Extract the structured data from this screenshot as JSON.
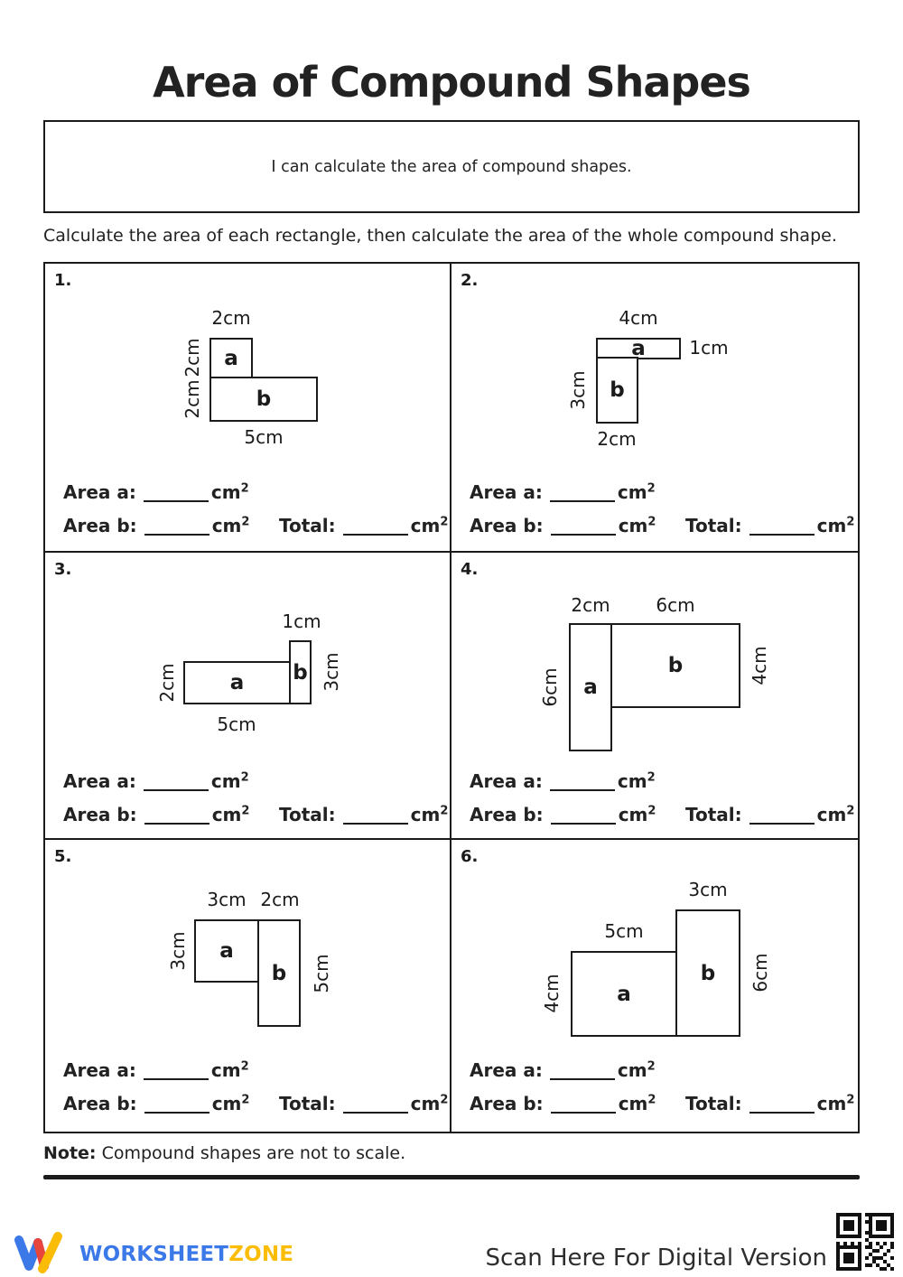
{
  "page": {
    "title": "Area of Compound Shapes",
    "objective": "I can calculate the area of compound shapes.",
    "instruction": "Calculate the area of each rectangle, then calculate the area of the whole compound shape.",
    "note_label": "Note:",
    "note_text": " Compound shapes are not to scale."
  },
  "answer_labels": {
    "area_a": "Area a:",
    "area_b": "Area b:",
    "total": "Total:",
    "unit": "cm",
    "sup": "2"
  },
  "problems": [
    {
      "number": "1.",
      "label_a": "a",
      "label_b": "b",
      "dims": {
        "top_a": "2cm",
        "left_a": "2cm",
        "left_b": "2cm",
        "bottom_b": "5cm"
      }
    },
    {
      "number": "2.",
      "label_a": "a",
      "label_b": "b",
      "dims": {
        "top_a": "4cm",
        "right_a": "1cm",
        "left_b": "3cm",
        "bottom_b": "2cm"
      }
    },
    {
      "number": "3.",
      "label_a": "a",
      "label_b": "b",
      "dims": {
        "top_b": "1cm",
        "left_a": "2cm",
        "bottom_a": "5cm",
        "right_b": "3cm"
      }
    },
    {
      "number": "4.",
      "label_a": "a",
      "label_b": "b",
      "dims": {
        "top_a": "2cm",
        "top_b": "6cm",
        "left_a": "6cm",
        "right_b": "4cm"
      }
    },
    {
      "number": "5.",
      "label_a": "a",
      "label_b": "b",
      "dims": {
        "top_a": "3cm",
        "top_b": "2cm",
        "left_a": "3cm",
        "right_b": "5cm"
      }
    },
    {
      "number": "6.",
      "label_a": "a",
      "label_b": "b",
      "dims": {
        "top_b": "3cm",
        "top_a": "5cm",
        "left_a": "4cm",
        "right_b": "6cm"
      }
    }
  ],
  "footer": {
    "brand_first": "WORKSHEET",
    "brand_second": "ZONE",
    "scan_text": "Scan Here For Digital Version",
    "colors": {
      "brand_blue": "#3B78E8",
      "brand_red": "#E8453C",
      "brand_yellow": "#FBBC05"
    }
  }
}
